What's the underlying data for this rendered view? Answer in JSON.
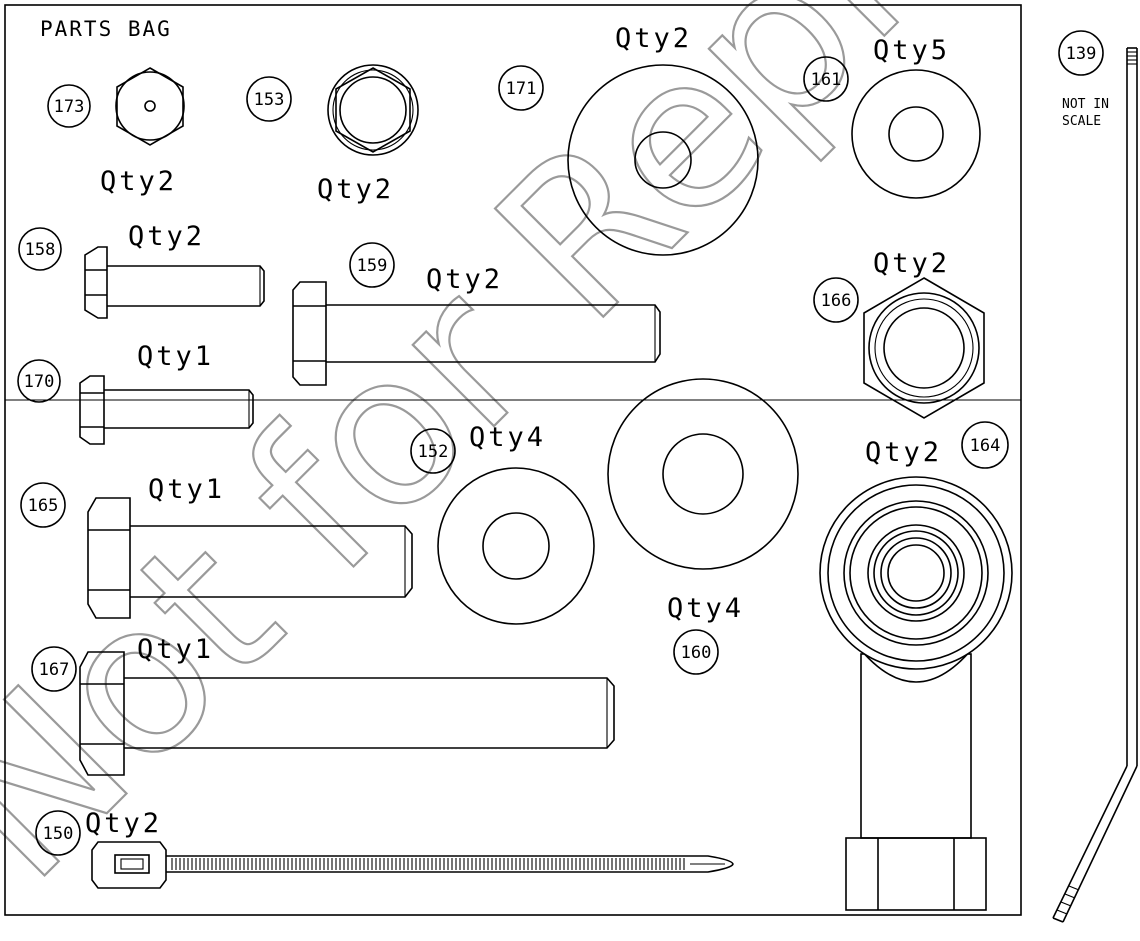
{
  "title": "PARTS BAG",
  "watermark": "Not for Repro",
  "note": {
    "line1": "NOT IN",
    "line2": "SCALE"
  },
  "parts": {
    "p173": {
      "num": "173",
      "qty": "Qty2"
    },
    "p153": {
      "num": "153",
      "qty": "Qty2"
    },
    "p171": {
      "num": "171",
      "qty": "Qty2"
    },
    "p161": {
      "num": "161",
      "qty": "Qty5"
    },
    "p139": {
      "num": "139"
    },
    "p158": {
      "num": "158",
      "qty": "Qty2"
    },
    "p159": {
      "num": "159",
      "qty": "Qty2"
    },
    "p166": {
      "num": "166",
      "qty": "Qty2"
    },
    "p170": {
      "num": "170",
      "qty": "Qty1"
    },
    "p152": {
      "num": "152",
      "qty": "Qty4"
    },
    "p160": {
      "num": "160",
      "qty": "Qty4"
    },
    "p164": {
      "num": "164",
      "qty": "Qty2"
    },
    "p165": {
      "num": "165",
      "qty": "Qty1"
    },
    "p167": {
      "num": "167",
      "qty": "Qty1"
    },
    "p150": {
      "num": "150",
      "qty": "Qty2"
    }
  }
}
